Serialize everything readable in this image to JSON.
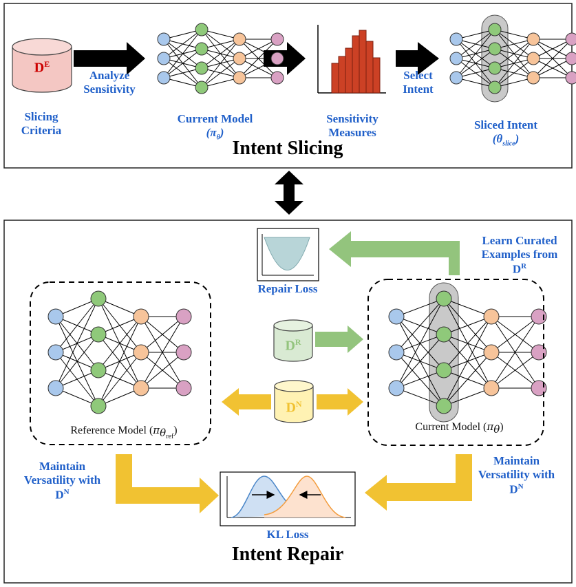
{
  "panels": {
    "top_title": "Intent Slicing",
    "bottom_title": "Intent Repair"
  },
  "top": {
    "slicing_criteria": [
      "Slicing",
      "Criteria"
    ],
    "de_label": "D",
    "de_sup": "E",
    "analyze": [
      "Analyze",
      "Sensitivity"
    ],
    "current_model": "Current Model",
    "current_model_symbol": "π",
    "current_model_sub": "θ",
    "sensitivity_measures": [
      "Sensitivity",
      "Measures"
    ],
    "select_intent": [
      "Select",
      "Intent"
    ],
    "sliced_intent": "Sliced Intent",
    "sliced_symbol": "θ",
    "sliced_sub": "slice"
  },
  "bottom": {
    "repair_loss": "Repair Loss",
    "learn_curated": [
      "Learn Curated",
      "Examples from"
    ],
    "dr_label": "D",
    "dr_sup": "R",
    "dn_label": "D",
    "dn_sup": "N",
    "reference_model": "Reference Model",
    "reference_symbol": "π",
    "reference_sub": "θ",
    "reference_subsub": "ref",
    "current_model": "Current Model",
    "current_symbol": "π",
    "current_sub": "θ",
    "maintain_left": [
      "Maintain",
      "Versatility with"
    ],
    "maintain_right": [
      "Maintain",
      "Versatility with"
    ],
    "kl_loss": "KL Loss"
  },
  "colors": {
    "label_blue": "#1f5fc9",
    "input_node": "#a9c8ec",
    "hidden_green": "#8fc97a",
    "hidden_orange": "#f7c49a",
    "output_pink": "#d9a1c3",
    "arrow_green": "#93c47d",
    "arrow_yellow": "#f1c232",
    "cylinder_red": "#f4c7c3",
    "cylinder_green": "#d9ead3",
    "cylinder_yellow": "#fff2b3",
    "bar_red": "#cc4125"
  }
}
